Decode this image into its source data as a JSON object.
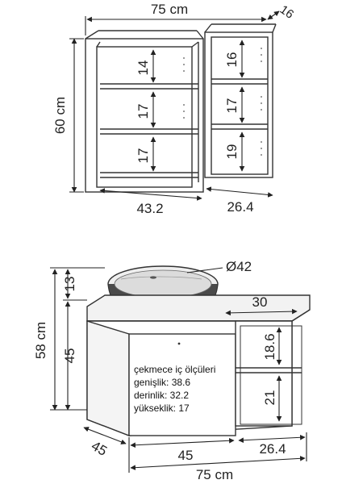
{
  "wall_cabinet": {
    "total_width": "75 cm",
    "depth": "16",
    "height": "60 cm",
    "left_width": "43.2",
    "right_width": "26.4",
    "left_shelves": [
      "14",
      "17",
      "17"
    ],
    "right_shelves": [
      "16",
      "17",
      "19"
    ]
  },
  "base_unit": {
    "sink_diameter": "Ø42",
    "top_depth_right": "30",
    "sink_height": "13",
    "total_height": "58 cm",
    "body_height": "45",
    "depth": "45",
    "door_width": "45",
    "shelf_width": "26.4",
    "total_width": "75 cm",
    "shelf_heights": [
      "18.6",
      "21"
    ]
  },
  "drawer_note": {
    "title": "çekmece iç ölçüleri",
    "width": "genişlik: 38.6",
    "depth": "derinlik: 32.2",
    "height": "yükseklik: 17"
  }
}
